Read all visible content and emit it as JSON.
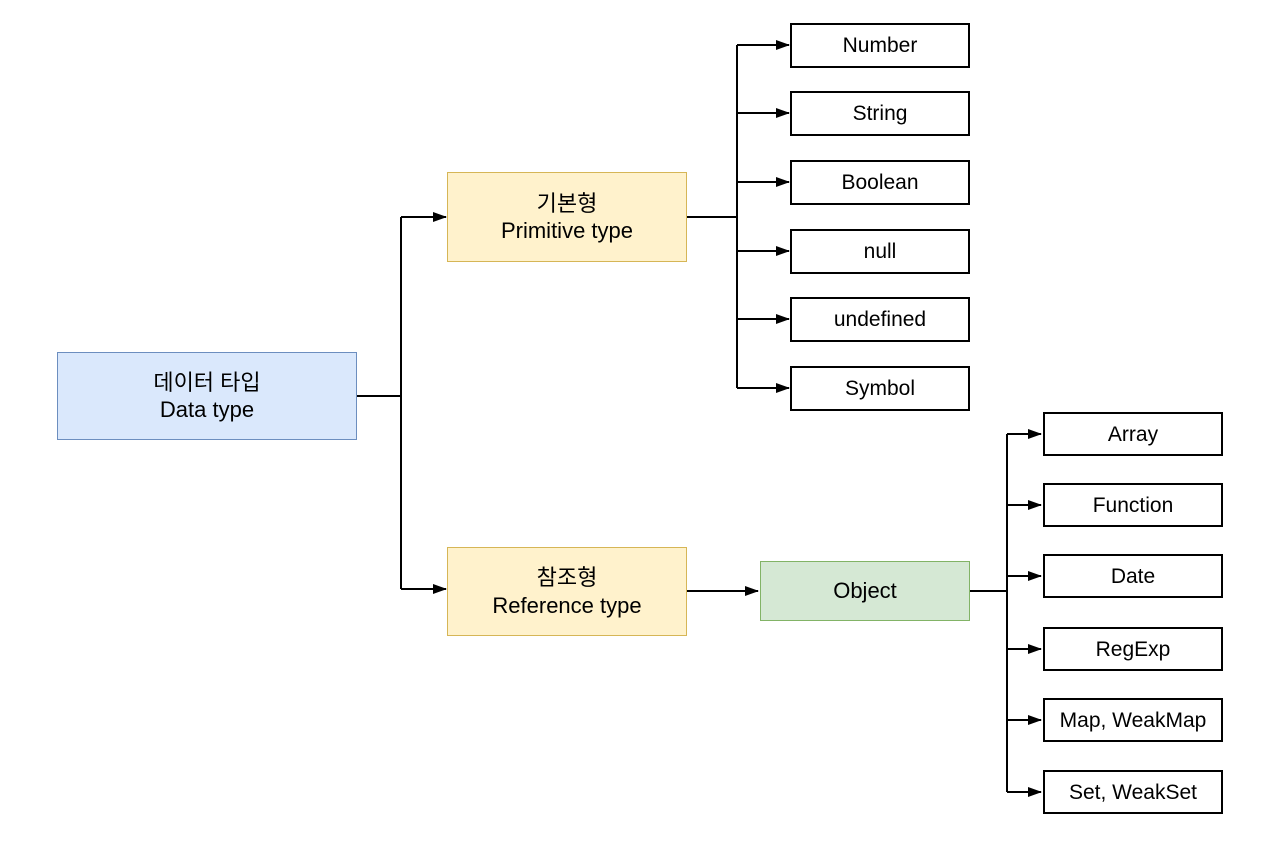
{
  "nodes": {
    "root": {
      "title_ko": "데이터 타입",
      "title_en": "Data type"
    },
    "primitive": {
      "title_ko": "기본형",
      "title_en": "Primitive type"
    },
    "reference": {
      "title_ko": "참조형",
      "title_en": "Reference type"
    },
    "object": {
      "label": "Object"
    }
  },
  "primitive_children": [
    "Number",
    "String",
    "Boolean",
    "null",
    "undefined",
    "Symbol"
  ],
  "object_children": [
    "Array",
    "Function",
    "Date",
    "RegExp",
    "Map, WeakMap",
    "Set, WeakSet"
  ],
  "colors": {
    "background": "#ffffff",
    "root_fill": "#dae8fc",
    "root_stroke": "#6c8ebf",
    "branch_fill": "#fff2cc",
    "branch_stroke": "#d6b656",
    "object_fill": "#d5e8d4",
    "object_stroke": "#82b366",
    "leaf_fill": "#ffffff",
    "leaf_stroke": "#000000",
    "connector": "#000000"
  }
}
